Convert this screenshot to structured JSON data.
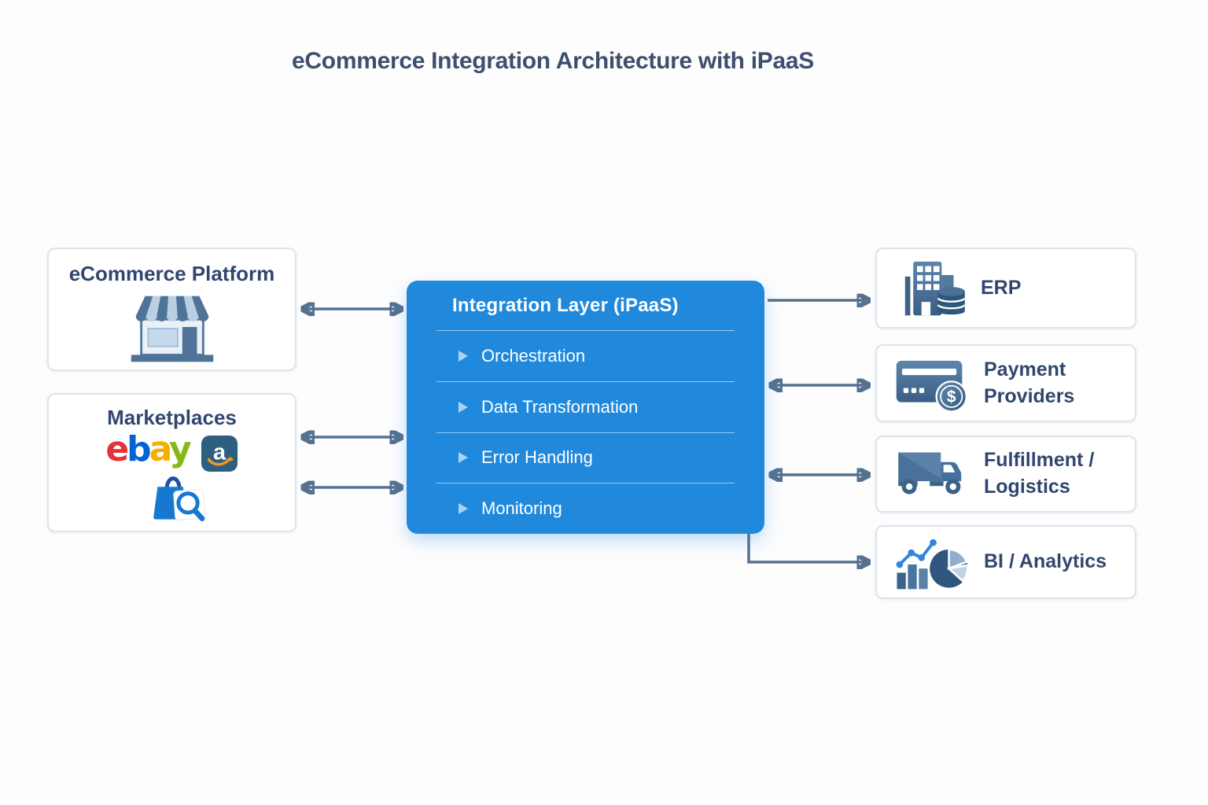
{
  "title": "eCommerce Integration Architecture with iPaaS",
  "nodes": {
    "ecommerce": {
      "label": "eCommerce Platform"
    },
    "marketplaces": {
      "label": "Marketplaces",
      "ebay_letters": [
        {
          "ch": "e",
          "color": "#e53238"
        },
        {
          "ch": "b",
          "color": "#0064d2"
        },
        {
          "ch": "a",
          "color": "#f5af02"
        },
        {
          "ch": "y",
          "color": "#86b817"
        }
      ],
      "amazon_letter": "a"
    },
    "ipaas": {
      "title": "Integration Layer (iPaaS)",
      "features": [
        "Orchestration",
        "Data Transformation",
        "Error Handling",
        "Monitoring"
      ]
    },
    "erp": {
      "label": "ERP"
    },
    "payments": {
      "label": "Payment Providers",
      "coin_symbol": "$"
    },
    "fulfillment": {
      "label": "Fulfillment / Logistics"
    },
    "bi": {
      "label": "BI / Analytics"
    }
  },
  "connections": [
    {
      "from": "eCommerce Platform",
      "to": "Integration Layer (iPaaS)",
      "direction": "both"
    },
    {
      "from": "Marketplaces",
      "to": "Integration Layer (iPaaS)",
      "direction": "both"
    },
    {
      "from": "Marketplaces",
      "to": "Integration Layer (iPaaS)",
      "direction": "both"
    },
    {
      "from": "Integration Layer (iPaaS)",
      "to": "ERP",
      "direction": "to"
    },
    {
      "from": "Integration Layer (iPaaS)",
      "to": "Payment Providers",
      "direction": "both"
    },
    {
      "from": "Integration Layer (iPaaS)",
      "to": "Fulfillment / Logistics",
      "direction": "both"
    },
    {
      "from": "Integration Layer (iPaaS)",
      "to": "BI / Analytics",
      "direction": "to"
    }
  ],
  "colors": {
    "ipaas_bg": "#2189dc",
    "arrow": "#54718f",
    "title_text": "#3e4e6d",
    "label_text": "#31466f",
    "node_border": "#dde4ee",
    "bullet": "#a9d3f2",
    "amazon_bg": "#2e5f81",
    "amazon_smile": "#f6991e",
    "icon_slate_dark": "#3a5f86",
    "icon_slate_light": "#5d84ab",
    "chart_line_blue": "#2e86de",
    "bag_blue": "#1778d2"
  }
}
